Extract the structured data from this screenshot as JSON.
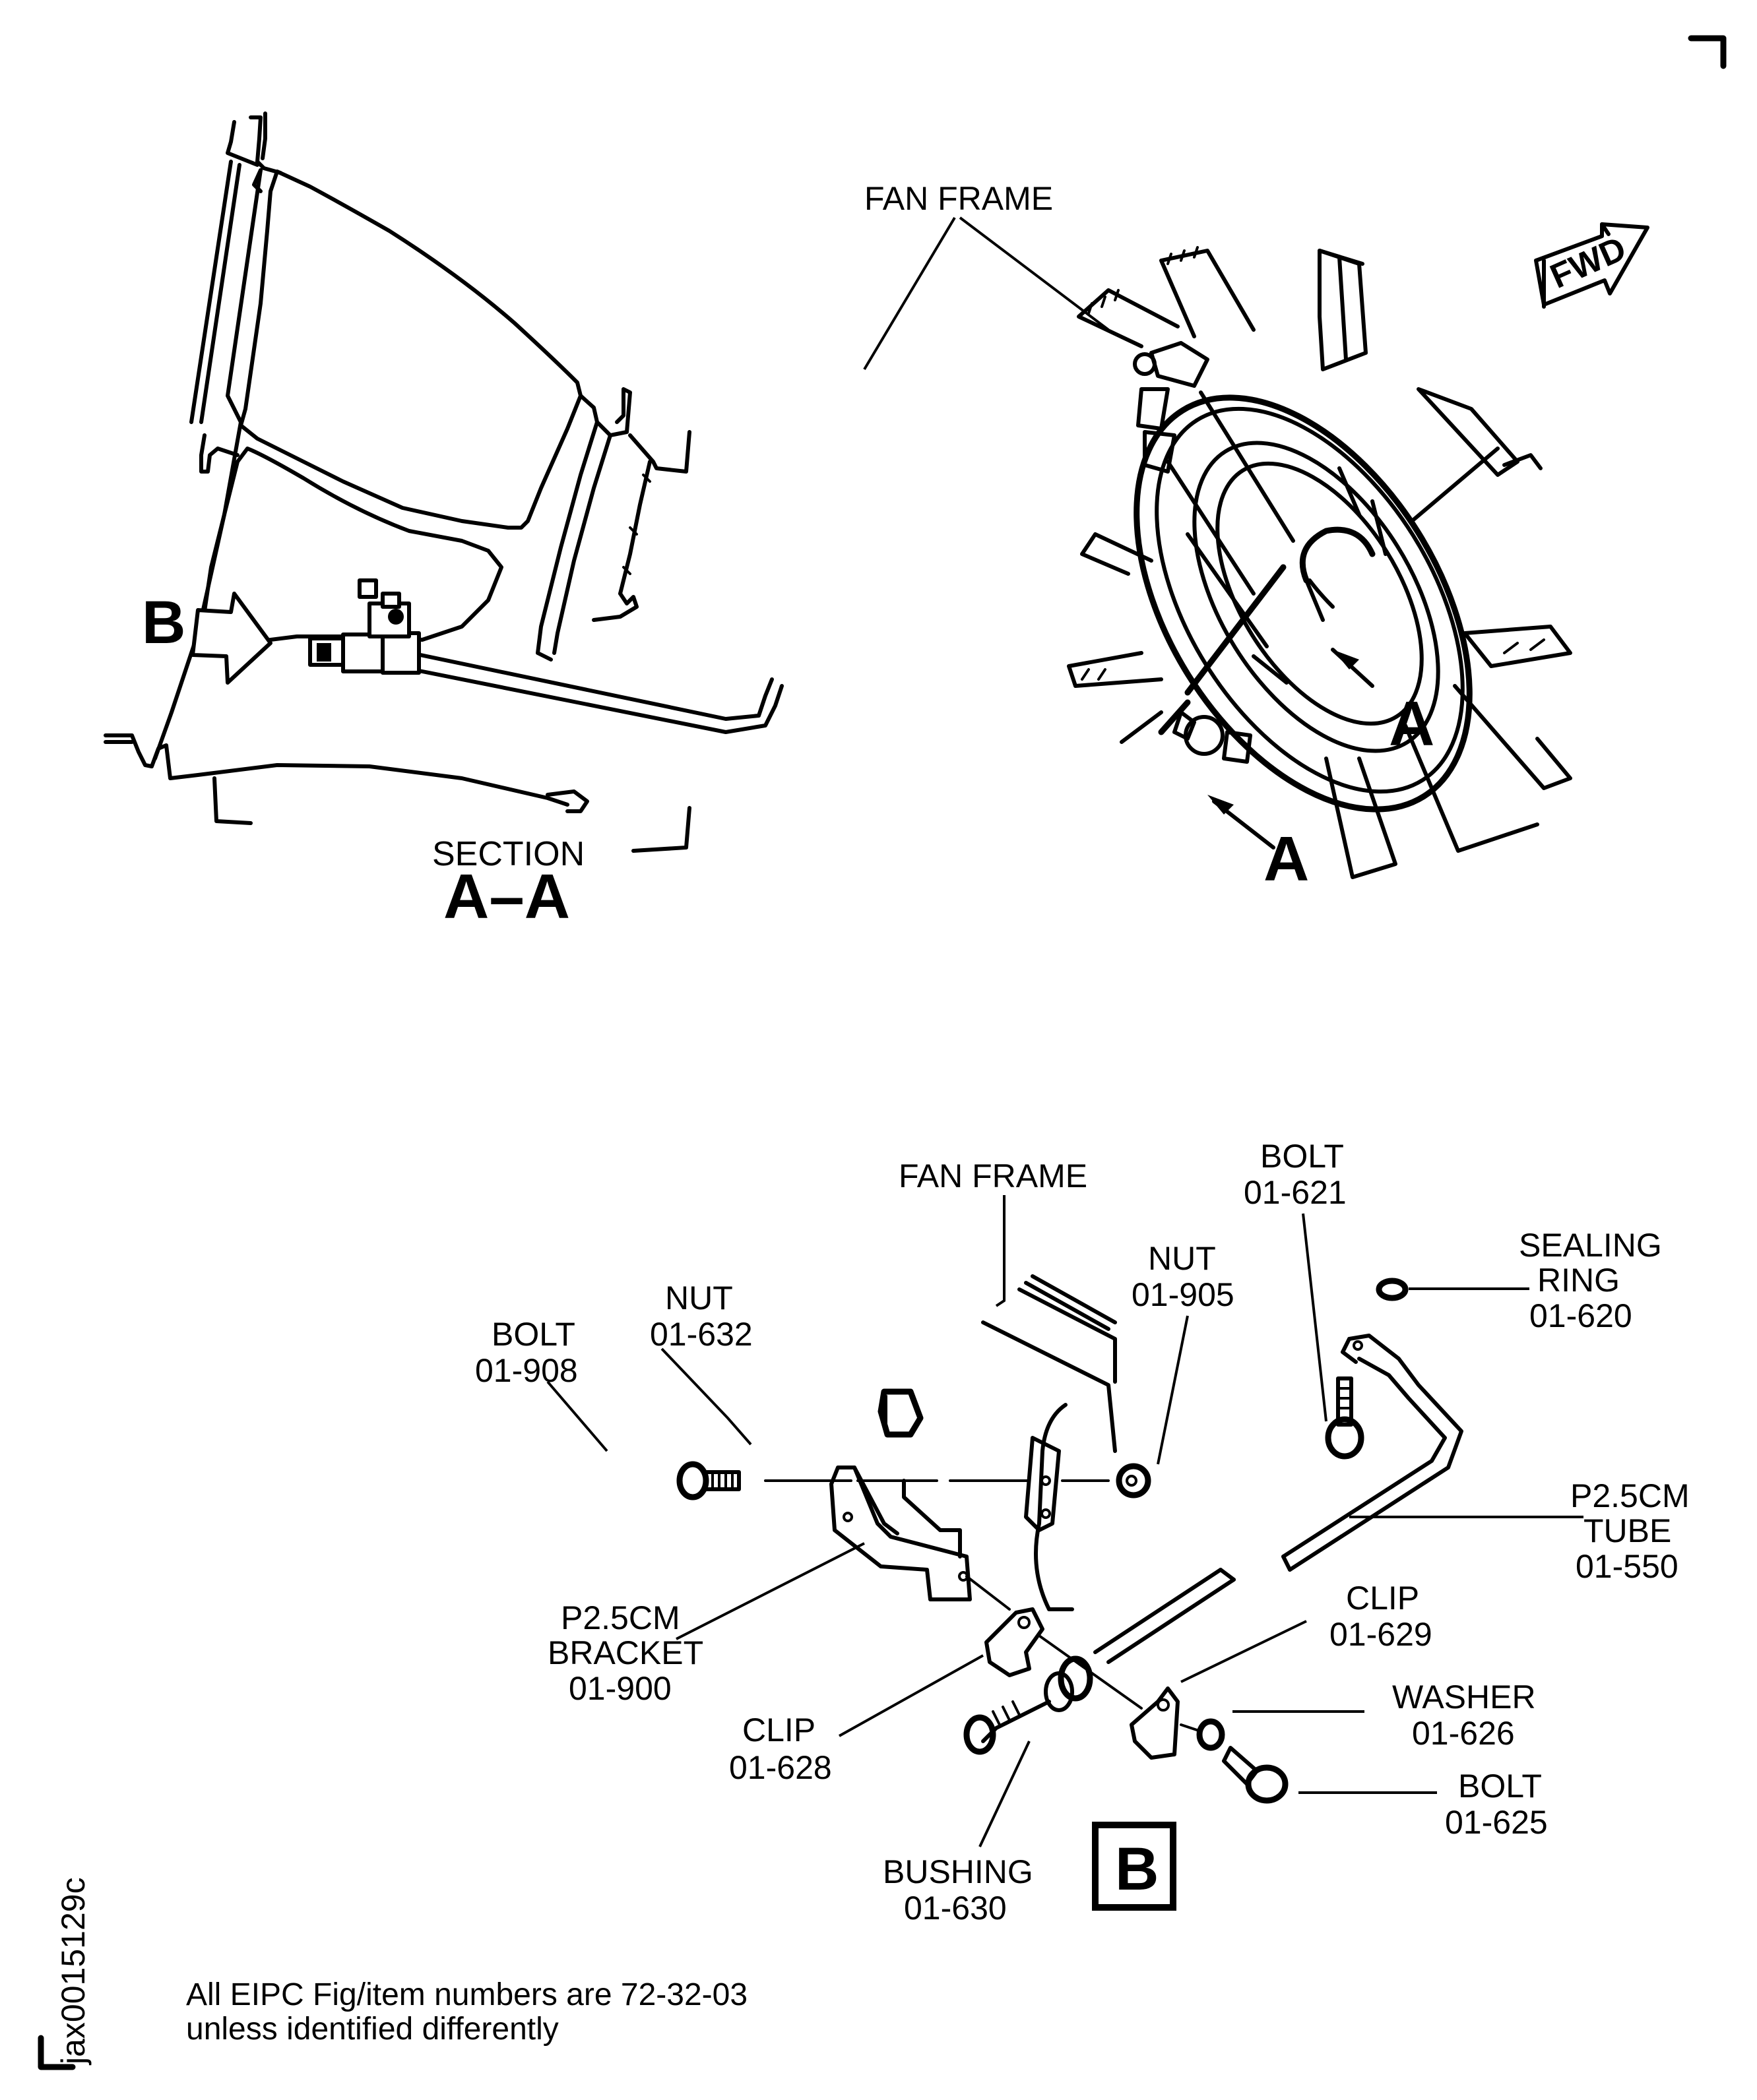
{
  "figure": {
    "section_view": {
      "title_line1": "SECTION",
      "title_line2": "A–A",
      "view_arrow_label": "B",
      "fan_frame_label": "FAN FRAME"
    },
    "isometric_view": {
      "fwd_arrow_label": "FWD",
      "section_cut_labels": [
        "A",
        "A"
      ]
    },
    "detail_b": {
      "view_label": "B",
      "callouts": [
        {
          "name": "FAN FRAME",
          "lines": [
            "FAN FRAME"
          ]
        },
        {
          "name": "BOLT",
          "lines": [
            "BOLT",
            "01-621"
          ]
        },
        {
          "name": "SEALING RING",
          "lines": [
            "SEALING",
            "RING",
            "01-620"
          ]
        },
        {
          "name": "NUT",
          "lines": [
            "NUT",
            "01-905"
          ]
        },
        {
          "name": "NUT",
          "lines": [
            "NUT",
            "01-632"
          ]
        },
        {
          "name": "BOLT",
          "lines": [
            "BOLT",
            "01-908"
          ]
        },
        {
          "name": "P2.5CM TUBE",
          "lines": [
            "P2.5CM",
            "TUBE",
            "01-550"
          ]
        },
        {
          "name": "P2.5CM BRACKET",
          "lines": [
            "P2.5CM",
            "BRACKET",
            "01-900"
          ]
        },
        {
          "name": "CLIP",
          "lines": [
            "CLIP",
            "01-629"
          ]
        },
        {
          "name": "WASHER",
          "lines": [
            "WASHER",
            "01-626"
          ]
        },
        {
          "name": "CLIP",
          "lines": [
            "CLIP",
            "01-628"
          ]
        },
        {
          "name": "BOLT",
          "lines": [
            "BOLT",
            "01-625"
          ]
        },
        {
          "name": "BUSHING",
          "lines": [
            "BUSHING",
            "01-630"
          ]
        }
      ]
    },
    "note_line1": "All EIPC Fig/item numbers are 72-32-03",
    "note_line2": "unless identified differently",
    "drawing_id": "jax0015129c"
  }
}
